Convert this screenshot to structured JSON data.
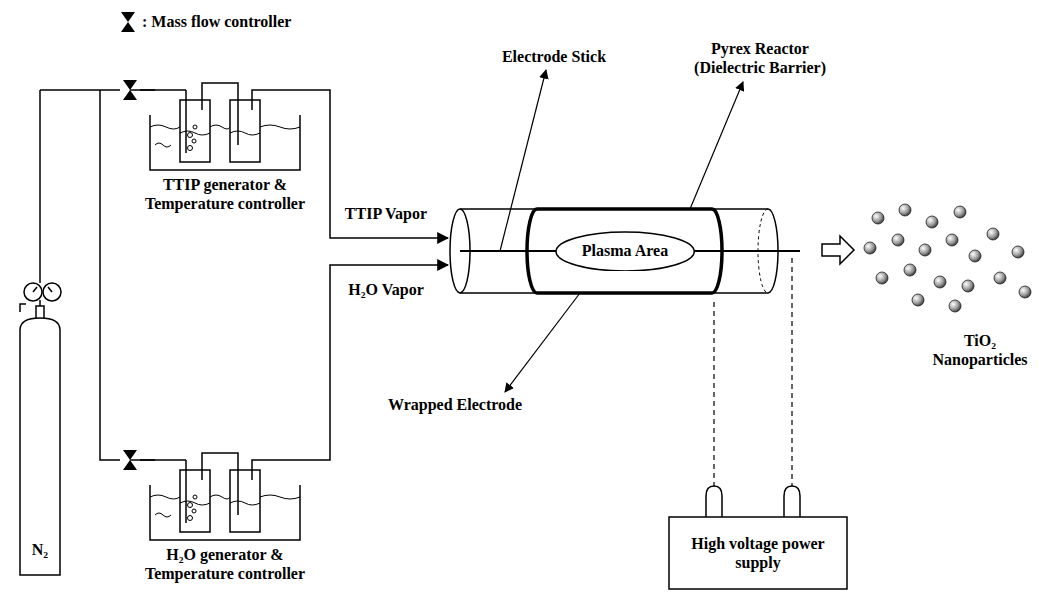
{
  "diagram": {
    "nodes": [
      {
        "text": [
          "Plasma Area"
        ]
      },
      {
        "text": [
          "High voltage power supply"
        ]
      }
    ],
    "labels": [
      "TTIP generator & Temperature controller",
      "H₂O generator & Temperature controller",
      "TTIP Vapor",
      "H₂O Vapor",
      "Electrode Stick",
      "Pyrex Reactor (Dielectric Barrier)",
      "Wrapped Electrode",
      "TiO₂ Nanoparticles",
      "N₂"
    ],
    "legend": [
      {
        "text": ": Mass flow controller"
      }
    ]
  }
}
